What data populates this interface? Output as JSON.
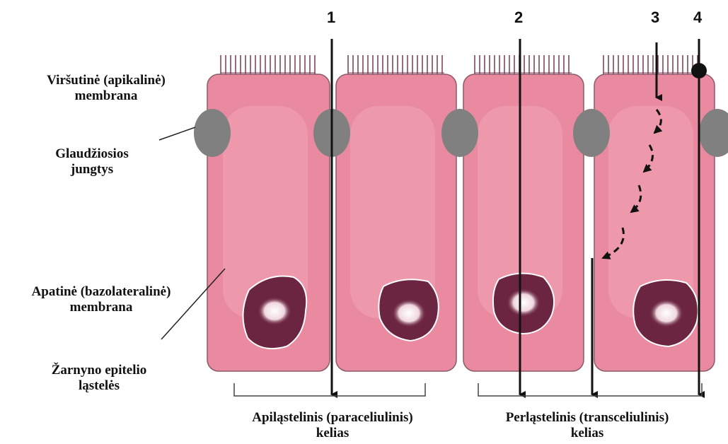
{
  "labels": {
    "apical_membrane": [
      "Viršutinė (apikalinė)",
      "membrana"
    ],
    "tight_junctions": [
      "Glaudžiosios",
      "jungtys"
    ],
    "basolateral_membrane": [
      "Apatinė (bazolateralinė)",
      "membrana"
    ],
    "epithelial_cells": [
      "Žarnyno epitelio",
      "ląstelės"
    ],
    "paracellular_route": [
      "Apiląstelinis (paraceliulinis)",
      "kelias"
    ],
    "transcellular_route": [
      "Perląstelinis (transceliulinis)",
      "kelias"
    ]
  },
  "pathway_numbers": [
    "1",
    "2",
    "3",
    "4"
  ],
  "colors": {
    "cell_fill": "#e98aa0",
    "cell_stroke": "#8a5a68",
    "nucleus": "#6b2540",
    "junction": "#808080",
    "arrow": "#111111",
    "microvilli": "#7a3a50"
  }
}
